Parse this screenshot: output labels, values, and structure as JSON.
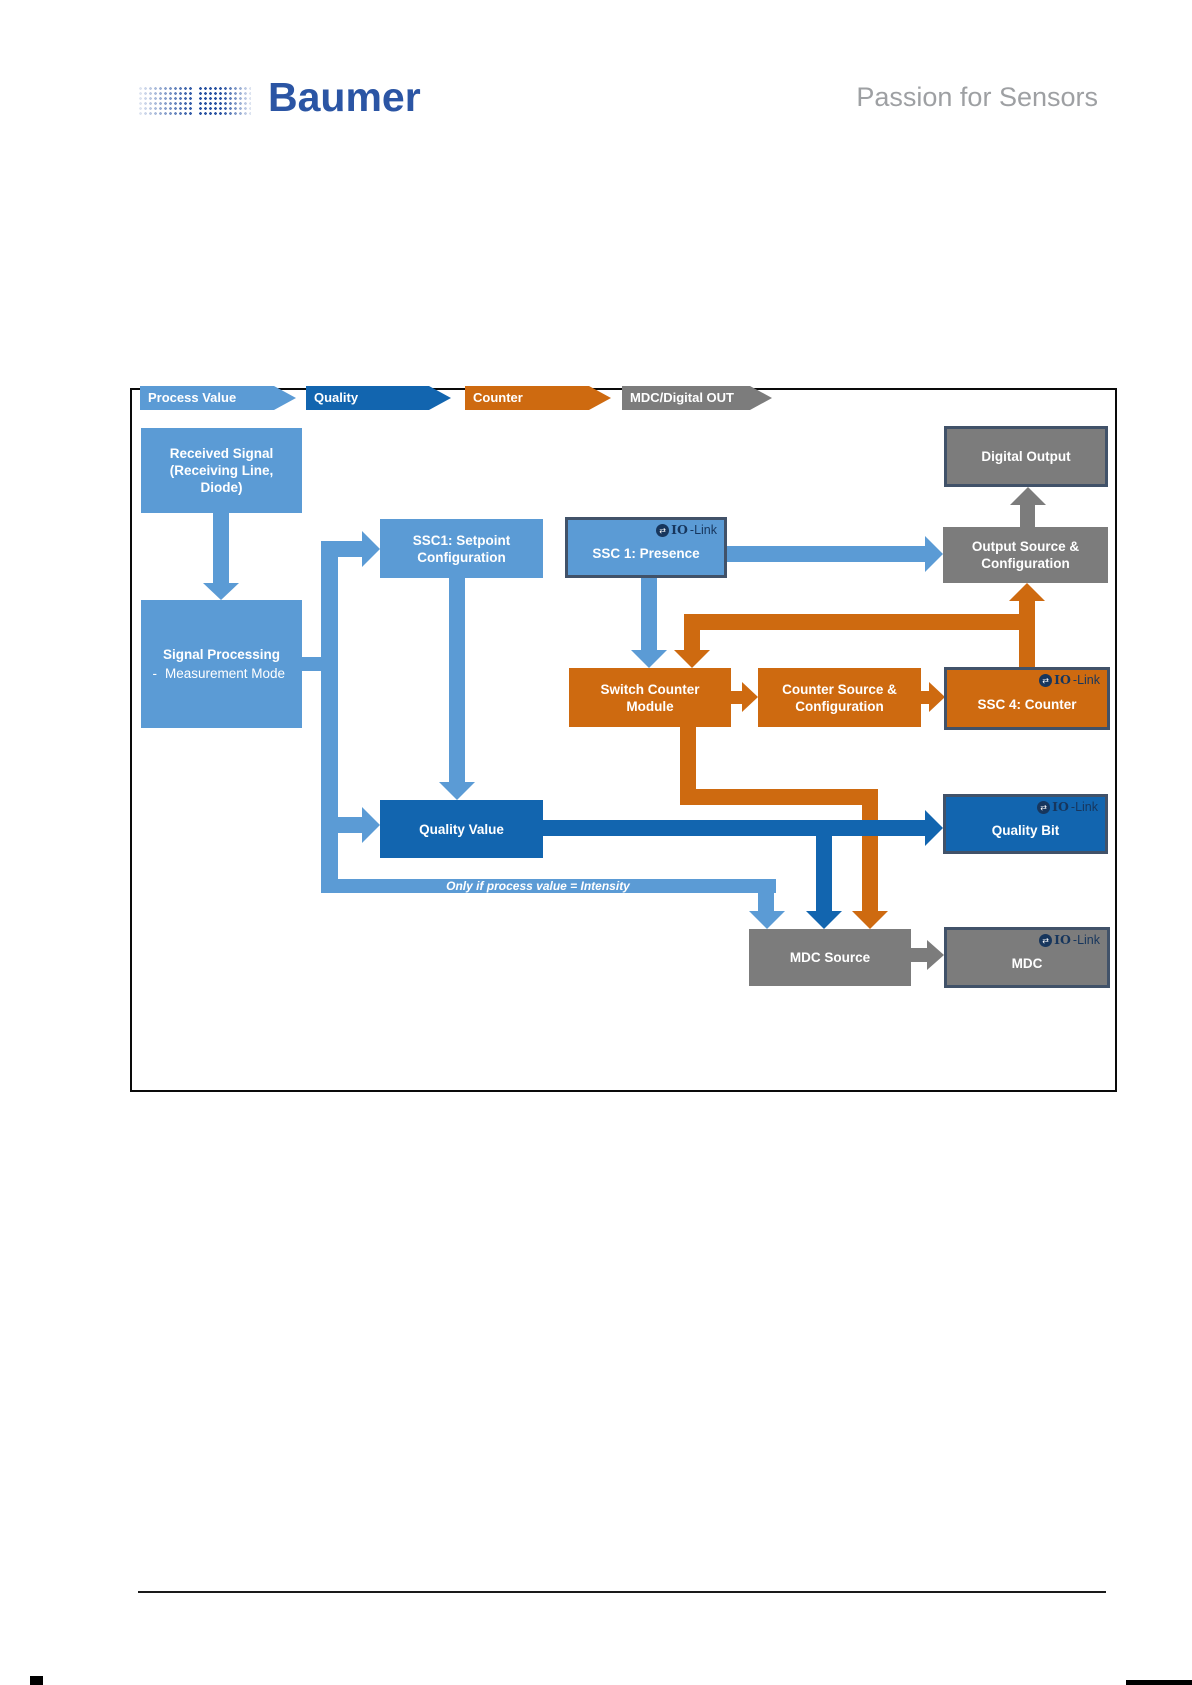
{
  "header": {
    "brand": "Baumer",
    "tagline": "Passion for Sensors"
  },
  "legend": {
    "items": [
      {
        "label": "Process Value"
      },
      {
        "label": "Quality"
      },
      {
        "label": "Counter"
      },
      {
        "label": "MDC/Digital OUT"
      }
    ]
  },
  "colors": {
    "process_value": "#5B9BD5",
    "quality": "#1265AF",
    "counter": "#CE6A10",
    "mdc_gray": "#7C7C7C",
    "iolink_border": "#415269",
    "iolink_navy": "#17365D",
    "brand_blue": "#2B55A4"
  },
  "iolink": {
    "io": "IO",
    "link": "-Link",
    "icon": "⇄"
  },
  "nodes": {
    "received_signal": {
      "line1": "Received Signal",
      "line2": "(Receiving Line,",
      "line3": "Diode)"
    },
    "signal_processing": {
      "title": "Signal Processing",
      "bullet_dash": "-",
      "bullet": "Measurement Mode"
    },
    "ssc1_setpoint": {
      "line1": "SSC1: Setpoint",
      "line2": "Configuration"
    },
    "ssc1_presence": {
      "label": "SSC 1: Presence"
    },
    "digital_output": {
      "label": "Digital Output"
    },
    "output_source": {
      "line1": "Output Source &",
      "line2": "Configuration"
    },
    "switch_counter": {
      "line1": "Switch Counter",
      "line2": "Module"
    },
    "counter_source": {
      "line1": "Counter Source &",
      "line2": "Configuration"
    },
    "ssc4_counter": {
      "label": "SSC 4: Counter"
    },
    "quality_value": {
      "label": "Quality Value"
    },
    "quality_bit": {
      "label": "Quality Bit"
    },
    "mdc_source": {
      "label": "MDC Source"
    },
    "mdc": {
      "label": "MDC"
    }
  },
  "annotations": {
    "only_if": "Only if process value = Intensity"
  }
}
